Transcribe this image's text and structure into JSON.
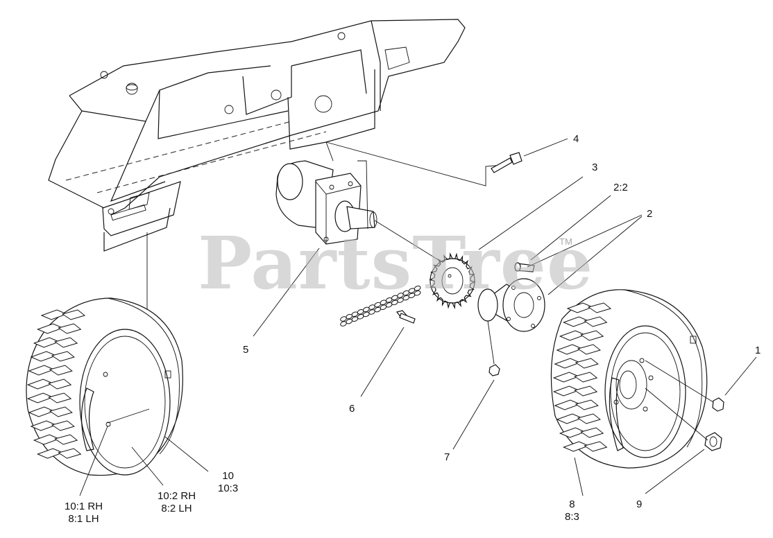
{
  "diagram": {
    "watermark": "PartsTree",
    "watermark_mark": "TM",
    "callouts": {
      "c1": "1",
      "c2": "2",
      "c2_2": "2:2",
      "c3": "3",
      "c4": "4",
      "c5": "5",
      "c6": "6",
      "c7": "7",
      "c8": [
        "8",
        "8:3"
      ],
      "c9": "9",
      "c10": [
        "10",
        "10:3"
      ],
      "c10_1": [
        "10:1 RH",
        "8:1 LH"
      ],
      "c10_2": [
        "10:2 RH",
        "8:2 LH"
      ]
    }
  }
}
